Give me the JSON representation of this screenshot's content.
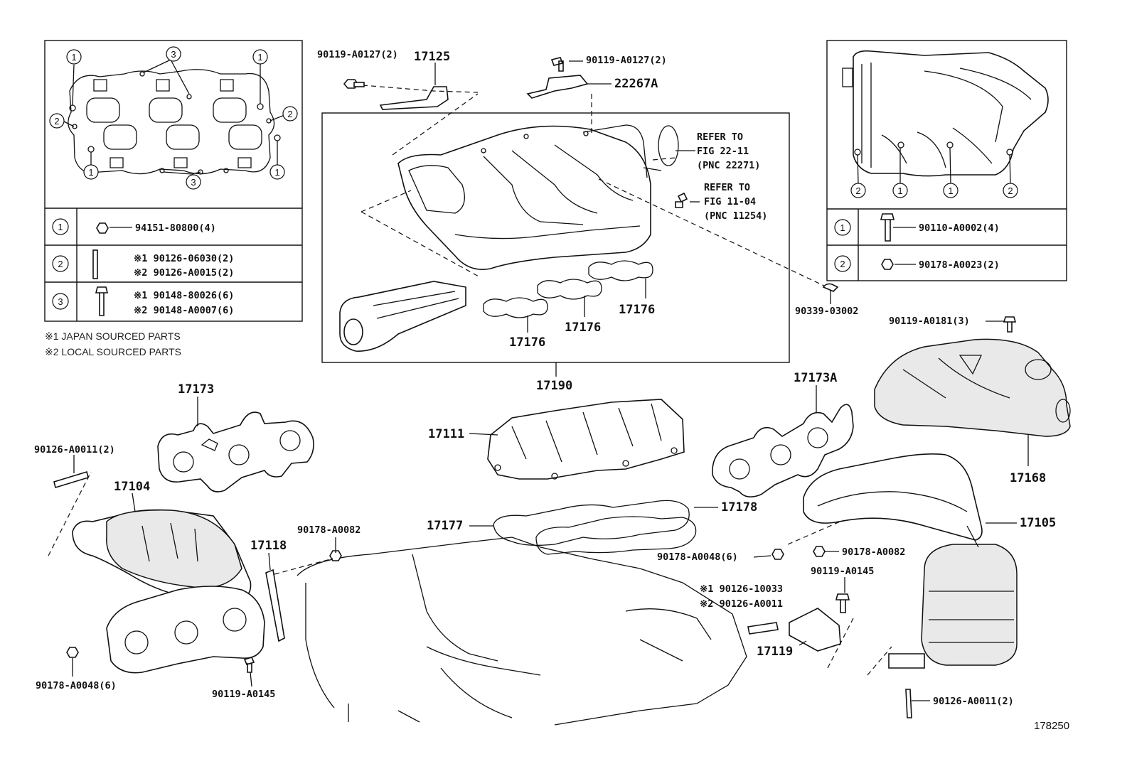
{
  "diagram_id": "178250",
  "legend_left": {
    "rows": [
      {
        "num": "1",
        "lines": [
          "94151-80800(4)"
        ]
      },
      {
        "num": "2",
        "lines": [
          "※1 90126-06030(2)",
          "※2 90126-A0015(2)"
        ]
      },
      {
        "num": "3",
        "lines": [
          "※1 90148-80026(6)",
          "※2 90148-A0007(6)"
        ]
      }
    ],
    "callouts": [
      "1",
      "3",
      "1",
      "2",
      "2",
      "1",
      "3",
      "1"
    ]
  },
  "notes": [
    "※1 JAPAN SOURCED PARTS",
    "※2 LOCAL SOURCED PARTS"
  ],
  "legend_right": {
    "rows": [
      {
        "num": "1",
        "lines": [
          "90110-A0002(4)"
        ]
      },
      {
        "num": "2",
        "lines": [
          "90178-A0023(2)"
        ]
      }
    ],
    "callouts": [
      "2",
      "1",
      "1",
      "2"
    ]
  },
  "refs": {
    "ref1": [
      "REFER TO",
      "FIG 22-11",
      "(PNC 22271)"
    ],
    "ref2": [
      "REFER TO",
      "FIG 11-04",
      "(PNC 11254)"
    ]
  },
  "labels": {
    "p90119_a0127_a": "90119-A0127(2)",
    "p17125": "17125",
    "p90119_a0127_b": "90119-A0127(2)",
    "p22267a": "22267A",
    "p17176_a": "17176",
    "p17176_b": "17176",
    "p17176_c": "17176",
    "p90339": "90339-03002",
    "p17190": "17190",
    "p90119_a0181": "90119-A0181(3)",
    "p17173": "17173",
    "p17173a": "17173A",
    "p17111": "17111",
    "p17168": "17168",
    "p90126_a0011_a": "90126-A0011(2)",
    "p17104": "17104",
    "p17178": "17178",
    "p17177": "17177",
    "p17105": "17105",
    "p90178_a0082_a": "90178-A0082",
    "p17118": "17118",
    "p90178_a0048_a": "90178-A0048(6)",
    "p90178_a0082_b": "90178-A0082",
    "p90119_a0145_a": "90119-A0145",
    "p90126_10033": "※1 90126-10033",
    "p90126_a0011_b": "※2 90126-A0011",
    "p17119": "17119",
    "p90178_a0048_b": "90178-A0048(6)",
    "p90119_a0145_b": "90119-A0145",
    "p90126_a0011_c": "90126-A0011(2)"
  }
}
